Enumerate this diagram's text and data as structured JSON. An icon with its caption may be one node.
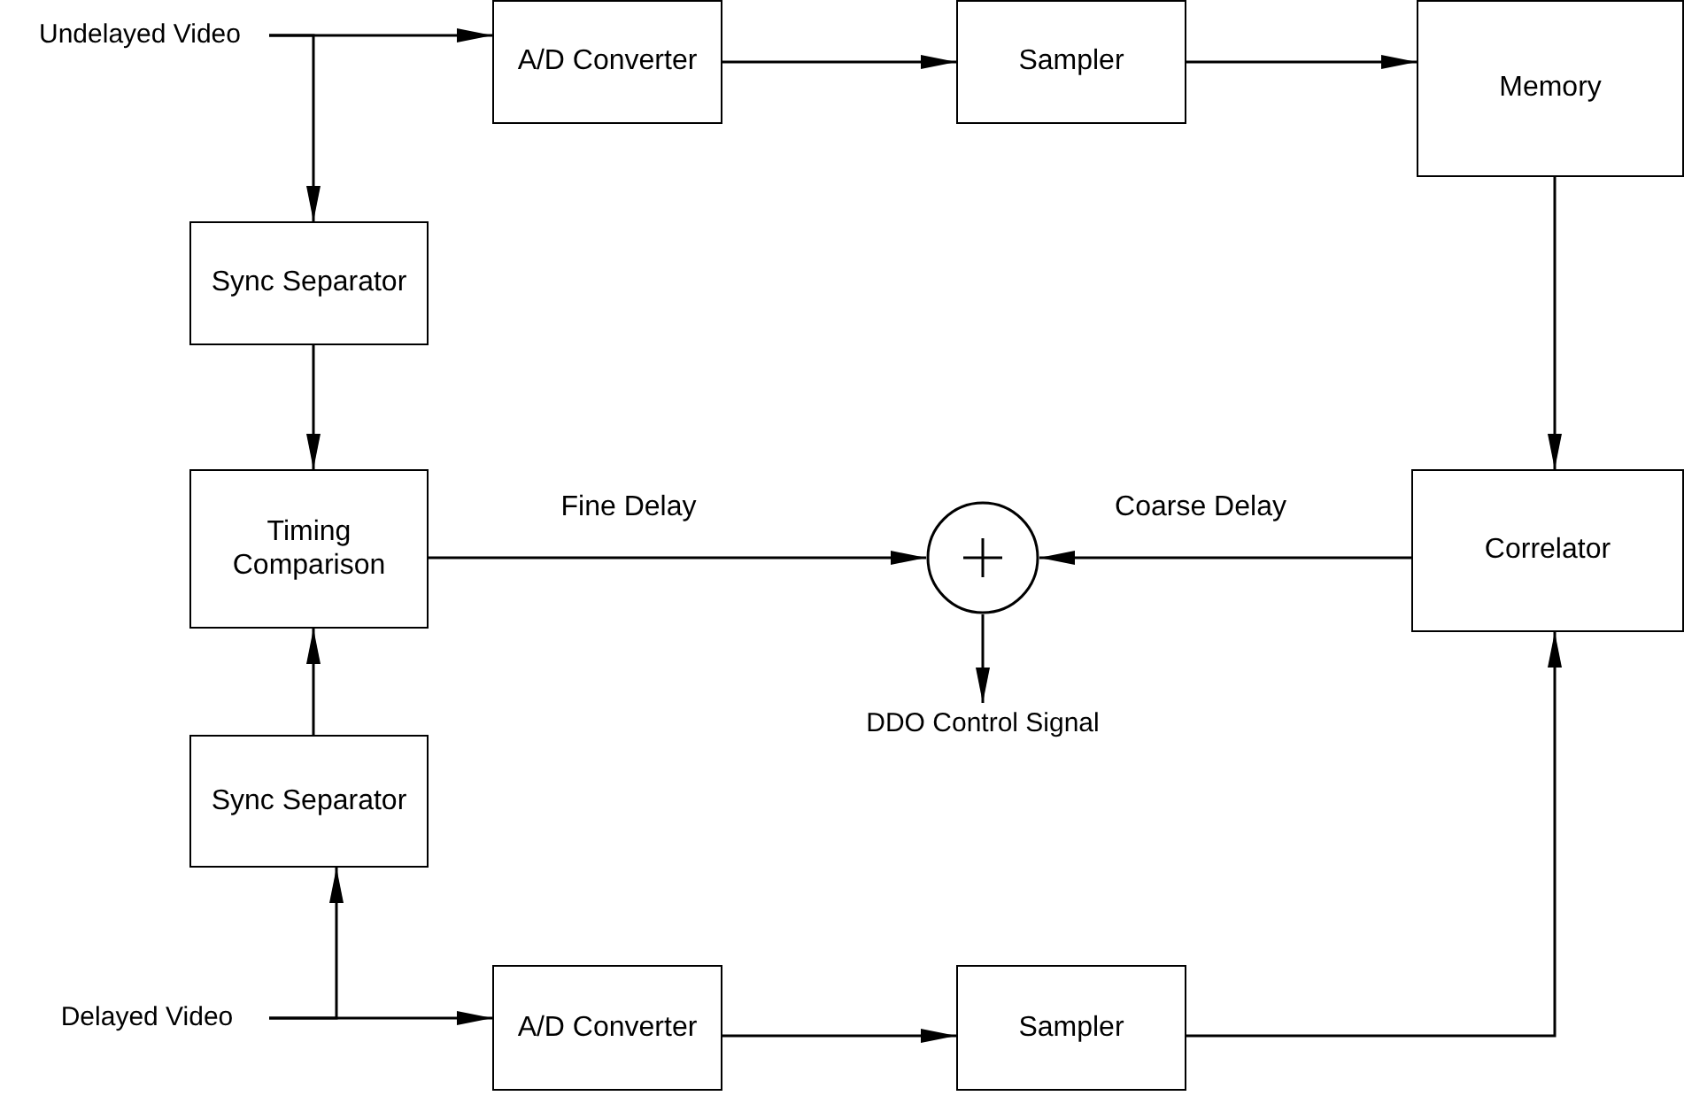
{
  "diagram": {
    "nodes": [
      {
        "text": [
          "Undelayed Video"
        ]
      },
      {
        "text": [
          "A/D Converter"
        ]
      },
      {
        "text": [
          "Sampler"
        ]
      },
      {
        "text": [
          "Memory"
        ]
      },
      {
        "text": [
          "Sync Separator"
        ]
      },
      {
        "text": [
          "Timing Comparison"
        ]
      },
      {
        "text": [],
        "shape": "circle"
      },
      {
        "text": [
          "Correlator"
        ]
      },
      {
        "text": [
          "DDO Control Signal"
        ]
      },
      {
        "text": [
          "Sync Separator"
        ]
      },
      {
        "text": [
          "Delayed Video"
        ]
      },
      {
        "text": [
          "A/D Converter"
        ]
      },
      {
        "text": [
          "Sampler"
        ]
      }
    ],
    "edges": [
      {
        "from": 0,
        "to": 1,
        "arrow": "to"
      },
      {
        "from": 0,
        "to": 4,
        "arrow": "to"
      },
      {
        "from": 1,
        "to": 2,
        "arrow": "to"
      },
      {
        "from": 2,
        "to": 3,
        "arrow": "to"
      },
      {
        "from": 3,
        "to": 7,
        "arrow": "to"
      },
      {
        "from": 4,
        "to": 5,
        "arrow": "to"
      },
      {
        "from": 5,
        "to": 6,
        "label": "Fine Delay",
        "arrow": "to"
      },
      {
        "from": 7,
        "to": 6,
        "label": "Coarse Delay",
        "arrow": "to"
      },
      {
        "from": 6,
        "to": 8,
        "arrow": "to"
      },
      {
        "from": 9,
        "to": 5,
        "arrow": "to"
      },
      {
        "from": 10,
        "to": 11,
        "arrow": "to"
      },
      {
        "from": 10,
        "to": 9,
        "arrow": "to"
      },
      {
        "from": 11,
        "to": 12,
        "arrow": "to"
      },
      {
        "from": 12,
        "to": 7,
        "arrow": "to"
      }
    ]
  }
}
